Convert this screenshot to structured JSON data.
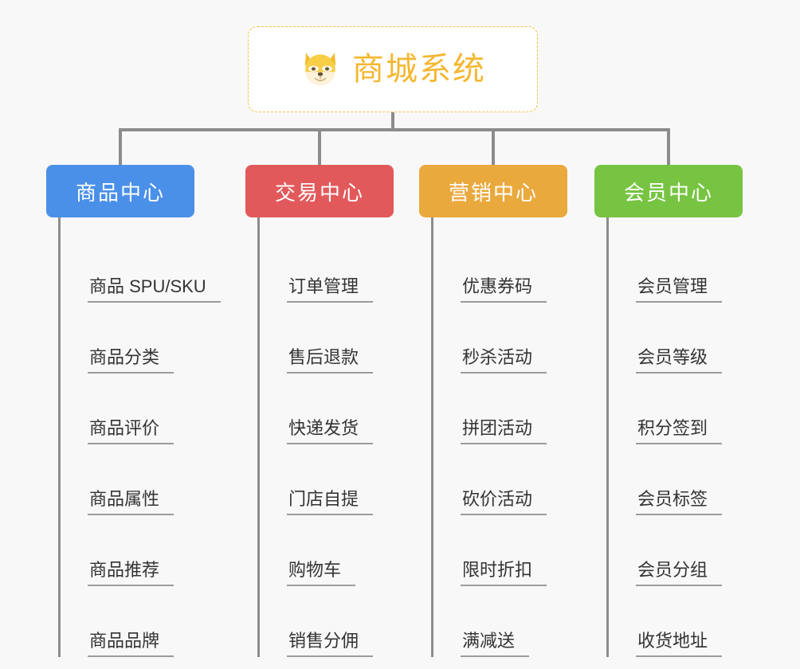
{
  "background_color": "#f8f8f8",
  "root": {
    "title": "商城系统",
    "icon": "shiba-dog-icon",
    "text_color": "#f5b731",
    "border_color": "#f0c040"
  },
  "connector_color": "#8c8c8c",
  "categories": [
    {
      "label": "商品中心",
      "color": "#4a90e8",
      "items": [
        "商品 SPU/SKU",
        "商品分类",
        "商品评价",
        "商品属性",
        "商品推荐",
        "商品品牌"
      ]
    },
    {
      "label": "交易中心",
      "color": "#e2595b",
      "items": [
        "订单管理",
        "售后退款",
        "快递发货",
        "门店自提",
        "购物车",
        "销售分佣"
      ]
    },
    {
      "label": "营销中心",
      "color": "#eaa93d",
      "items": [
        "优惠券码",
        "秒杀活动",
        "拼团活动",
        "砍价活动",
        "限时折扣",
        "满减送"
      ]
    },
    {
      "label": "会员中心",
      "color": "#77c442",
      "items": [
        "会员管理",
        "会员等级",
        "积分签到",
        "会员标签",
        "会员分组",
        "收货地址"
      ]
    }
  ]
}
